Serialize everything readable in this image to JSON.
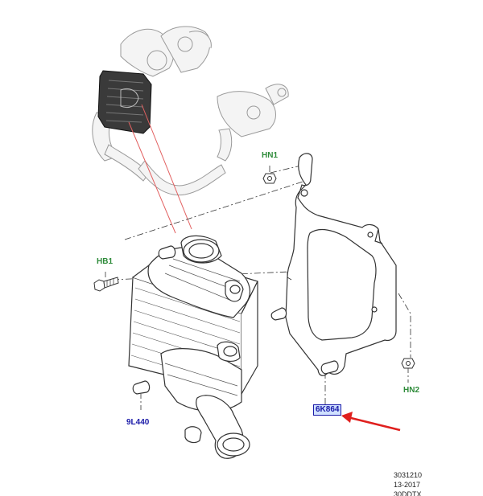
{
  "callouts": {
    "hn1": "HN1",
    "hb1": "HB1",
    "hn2": "HN2",
    "part_9l440": "9L440",
    "part_6k864": "6K864"
  },
  "stamp": {
    "line1": "3031210",
    "line2": "13-2017",
    "line3": "30DDTX"
  },
  "colors": {
    "line": "#333333",
    "label_green": "#2e8b3a",
    "label_blue": "#1a1aa8",
    "arrow_red": "#e0201e",
    "leader_red": "#e26060"
  }
}
